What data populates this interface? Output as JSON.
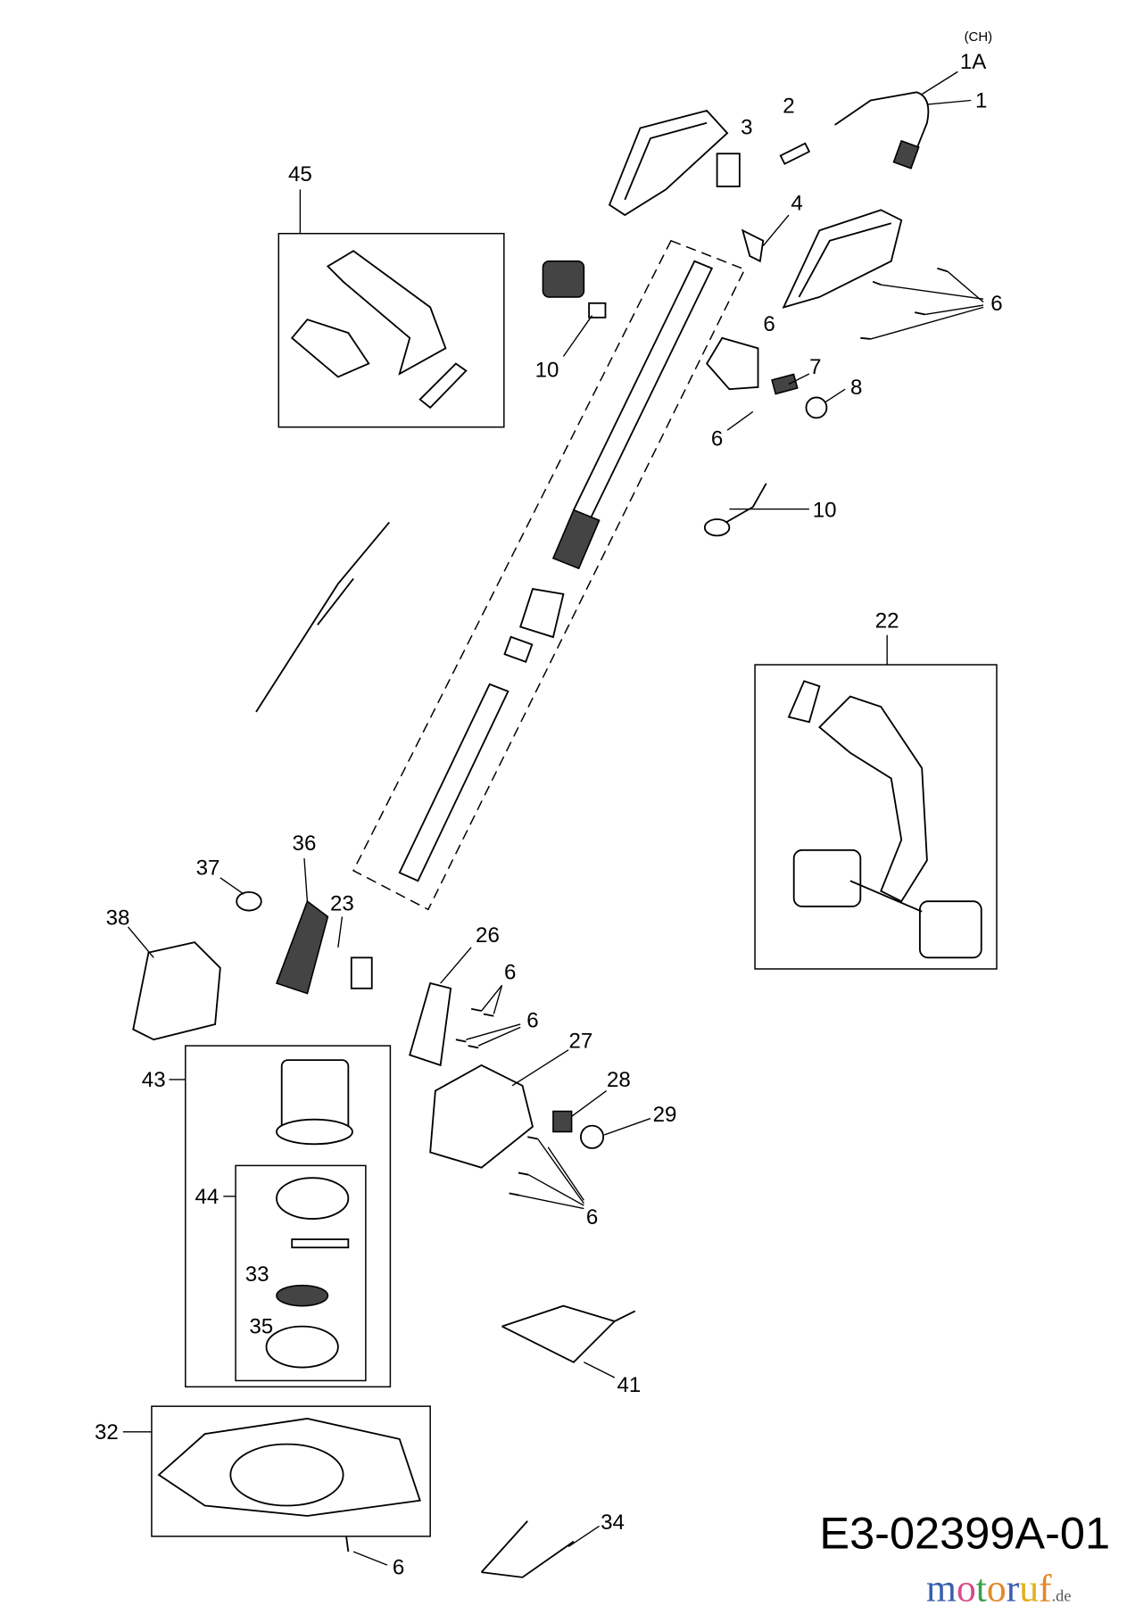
{
  "diagram": {
    "drawing_code": "E3-02399A-01",
    "watermark": {
      "brand": "motoruf",
      "suffix": ".de",
      "colors": [
        "#3a5fb0",
        "#d64c8c",
        "#3aa04a",
        "#e08a2a",
        "#3a5fb0",
        "#e0b020",
        "#e08a2a"
      ]
    },
    "callouts": [
      "(CH)",
      "1A",
      "1",
      "2",
      "3",
      "45",
      "4",
      "6",
      "10",
      "6",
      "7",
      "8",
      "6",
      "10",
      "22",
      "37",
      "36",
      "23",
      "38",
      "26",
      "6",
      "6",
      "27",
      "43",
      "28",
      "29",
      "44",
      "6",
      "33",
      "35",
      "41",
      "32",
      "34",
      "6"
    ]
  }
}
